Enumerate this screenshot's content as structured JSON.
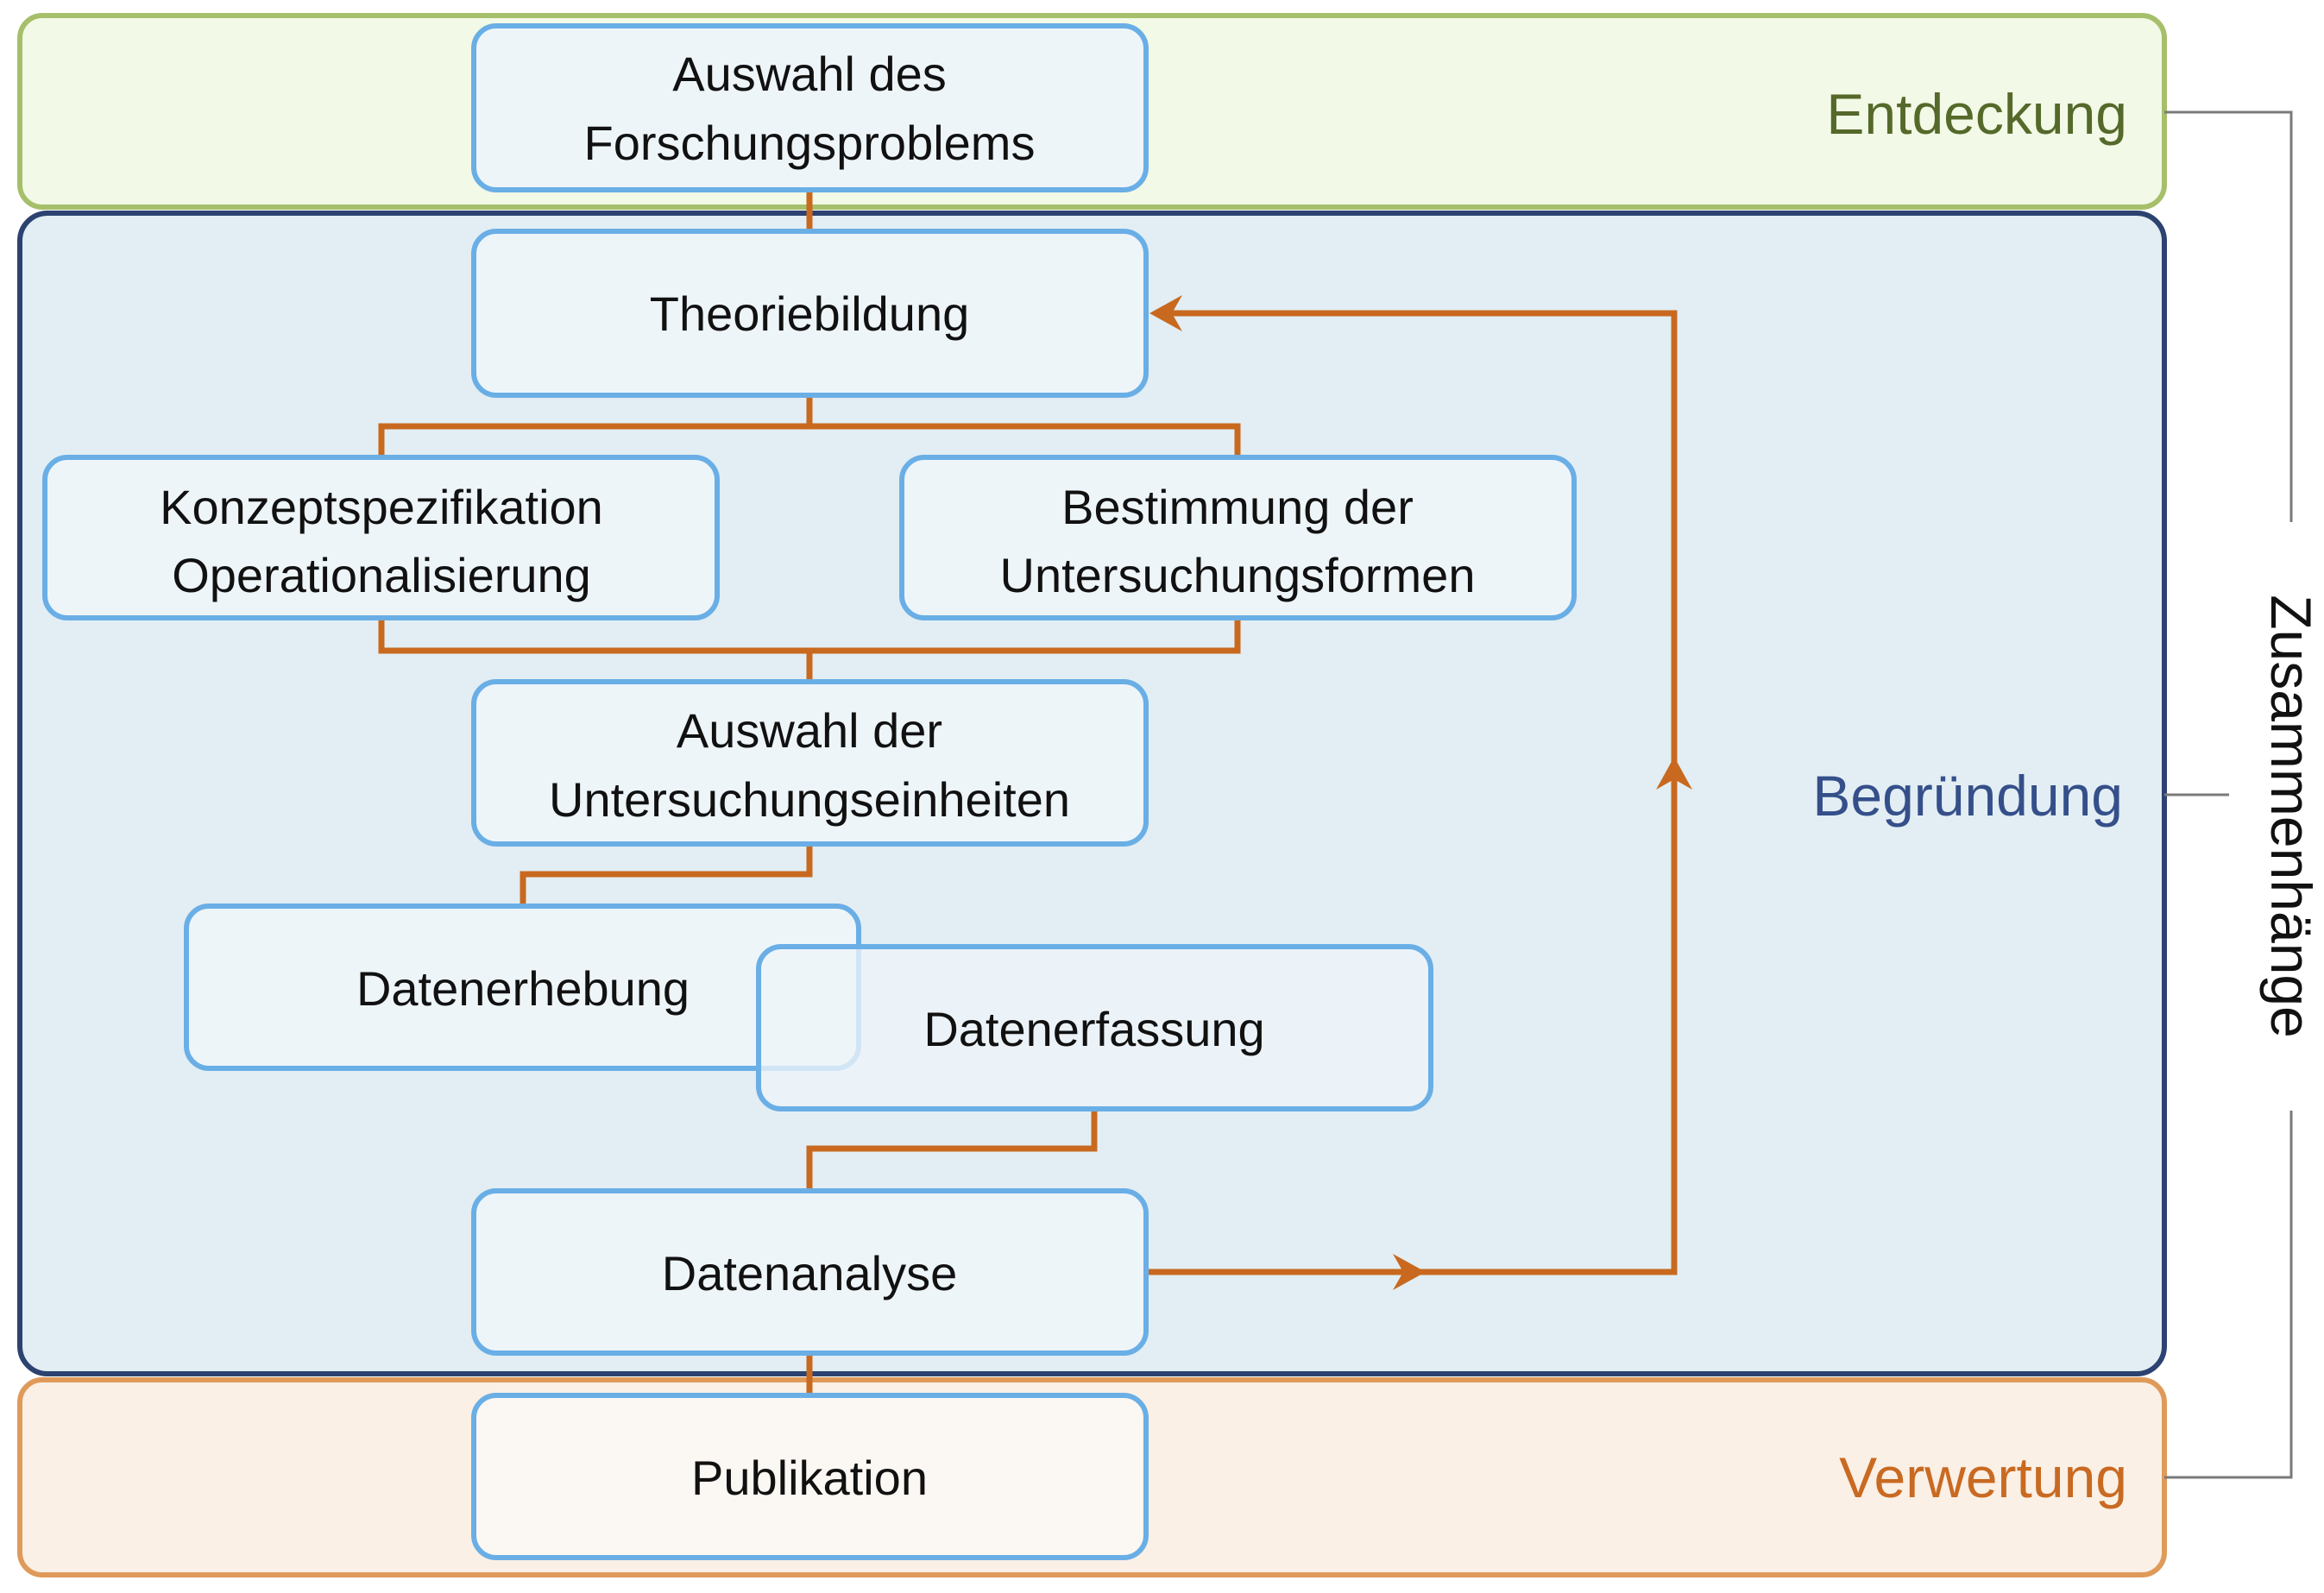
{
  "colors": {
    "discovery_border": "#a6bf6a",
    "discovery_fill": "#f2f9e6",
    "discovery_text": "#55692a",
    "justification_border": "#2c4270",
    "justification_fill": "#e2eef3",
    "justification_text": "#354f8a",
    "utilization_border": "#df9a5a",
    "utilization_fill": "#faf0e6",
    "utilization_text": "#c96a22",
    "node_border": "#6aaee6",
    "node_fill": "#eef5f9",
    "connector": "#c8691f",
    "bracket": "#7a7a7a"
  },
  "phases": {
    "discovery": "Entdeckung",
    "justification": "Begründung",
    "utilization": "Verwertung"
  },
  "side_label": "Zusammenhänge",
  "nodes": {
    "problem": {
      "line1": "Auswahl des",
      "line2": "Forschungsproblems"
    },
    "theory": "Theoriebildung",
    "concept": {
      "line1": "Konzeptspezifikation",
      "line2": "Operationalisierung"
    },
    "forms": {
      "line1": "Bestimmung der",
      "line2": "Untersuchungsformen"
    },
    "units": {
      "line1": "Auswahl der",
      "line2": "Untersuchungseinheiten"
    },
    "collection": "Datenerhebung",
    "capture": "Datenerfassung",
    "analysis": "Datenanalyse",
    "publication": "Publikation"
  }
}
